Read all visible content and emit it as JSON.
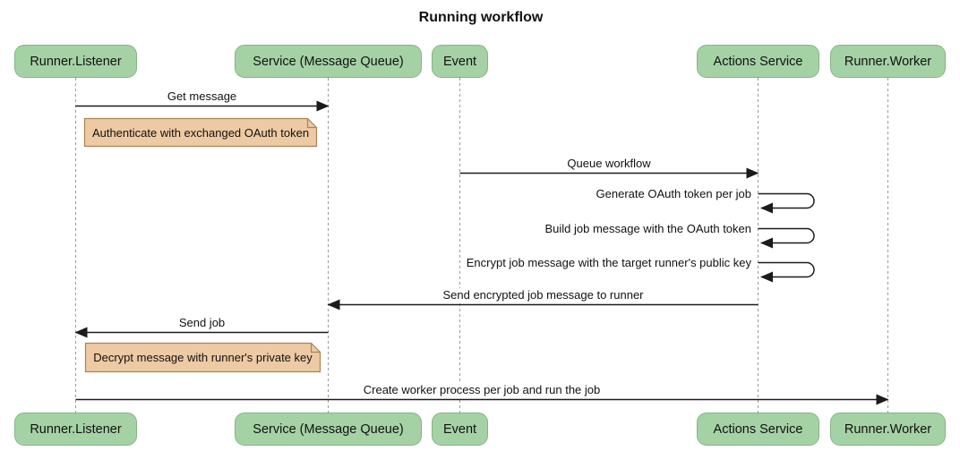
{
  "title": "Running workflow",
  "participants": [
    {
      "id": "runner-listener",
      "name": "Runner.Listener"
    },
    {
      "id": "service-message-queue",
      "name": "Service (Message Queue)"
    },
    {
      "id": "event",
      "name": "Event"
    },
    {
      "id": "actions-service",
      "name": "Actions Service"
    },
    {
      "id": "runner-worker",
      "name": "Runner.Worker"
    }
  ],
  "messages": [
    {
      "label": "Get message",
      "from": "Runner.Listener",
      "to": "Service (Message Queue)",
      "type": "arrow"
    },
    {
      "label": "Queue workflow",
      "from": "Event",
      "to": "Actions Service",
      "type": "arrow"
    },
    {
      "label": "Generate OAuth token per job",
      "from": "Actions Service",
      "to": "Actions Service",
      "type": "self-loop"
    },
    {
      "label": "Build job message with the OAuth token",
      "from": "Actions Service",
      "to": "Actions Service",
      "type": "self-loop"
    },
    {
      "label": "Encrypt job message with the target runner's public key",
      "from": "Actions Service",
      "to": "Actions Service",
      "type": "self-loop"
    },
    {
      "label": "Send encrypted job message to runner",
      "from": "Actions Service",
      "to": "Service (Message Queue)",
      "type": "arrow"
    },
    {
      "label": "Send job",
      "from": "Service (Message Queue)",
      "to": "Runner.Listener",
      "type": "arrow"
    },
    {
      "label": "Create worker process per job and run the job",
      "from": "Runner.Listener",
      "to": "Runner.Worker",
      "type": "arrow"
    }
  ],
  "notes": [
    {
      "text": "Authenticate with exchanged OAuth token",
      "position": "right of Runner.Listener"
    },
    {
      "text": "Decrypt message with runner's private key",
      "position": "right of Runner.Listener"
    }
  ],
  "colors": {
    "participant_fill": "#a5d2a5",
    "participant_border": "#84b384",
    "note_fill": "#edcaa4",
    "note_border": "#aa8453",
    "lifeline": "#999999",
    "arrow": "#1b1b1b",
    "text": "#111111",
    "background": "#ffffff"
  }
}
